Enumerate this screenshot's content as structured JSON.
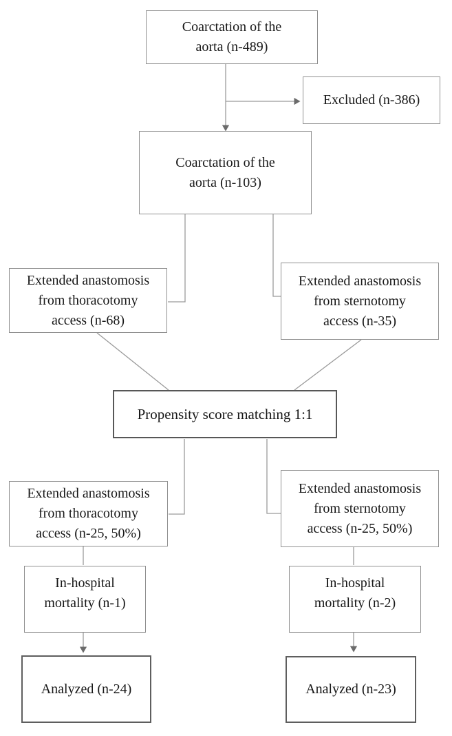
{
  "flowchart": {
    "nodes": {
      "coarctation_489": {
        "label": "Coarctation of the\naorta (n-489)"
      },
      "excluded": {
        "label": "Excluded (n-386)"
      },
      "coarctation_103": {
        "label": "Coarctation of the\naorta (n-103)"
      },
      "thoracotomy_68": {
        "label": "Extended anastomosis\nfrom thoracotomy\naccess (n-68)"
      },
      "sternotomy_35": {
        "label": "Extended anastomosis\nfrom sternotomy\naccess (n-35)"
      },
      "psm": {
        "label": "Propensity score matching 1:1"
      },
      "thoracotomy_25": {
        "label": "Extended anastomosis\nfrom thoracotomy\naccess (n-25, 50%)"
      },
      "sternotomy_25": {
        "label": "Extended anastomosis\nfrom sternotomy\naccess (n-25, 50%)"
      },
      "mortality_1": {
        "label": "In-hospital\nmortality (n-1)"
      },
      "mortality_2": {
        "label": "In-hospital\nmortality (n-2)"
      },
      "analyzed_24": {
        "label": "Analyzed (n-24)"
      },
      "analyzed_23": {
        "label": "Analyzed (n-23)"
      }
    },
    "edges": [
      {
        "from": "coarctation_489",
        "to": "excluded",
        "arrowhead": true
      },
      {
        "from": "coarctation_489",
        "to": "coarctation_103",
        "arrowhead": true
      },
      {
        "from": "coarctation_103",
        "to": "thoracotomy_68",
        "arrowhead": false
      },
      {
        "from": "coarctation_103",
        "to": "sternotomy_35",
        "arrowhead": false
      },
      {
        "from": "thoracotomy_68",
        "to": "psm",
        "arrowhead": false
      },
      {
        "from": "sternotomy_35",
        "to": "psm",
        "arrowhead": false
      },
      {
        "from": "psm",
        "to": "thoracotomy_25",
        "arrowhead": false
      },
      {
        "from": "psm",
        "to": "sternotomy_25",
        "arrowhead": false
      },
      {
        "from": "thoracotomy_25",
        "to": "mortality_1",
        "arrowhead": false
      },
      {
        "from": "sternotomy_25",
        "to": "mortality_2",
        "arrowhead": false
      },
      {
        "from": "mortality_1",
        "to": "analyzed_24",
        "arrowhead": true
      },
      {
        "from": "mortality_2",
        "to": "analyzed_23",
        "arrowhead": true
      }
    ]
  }
}
